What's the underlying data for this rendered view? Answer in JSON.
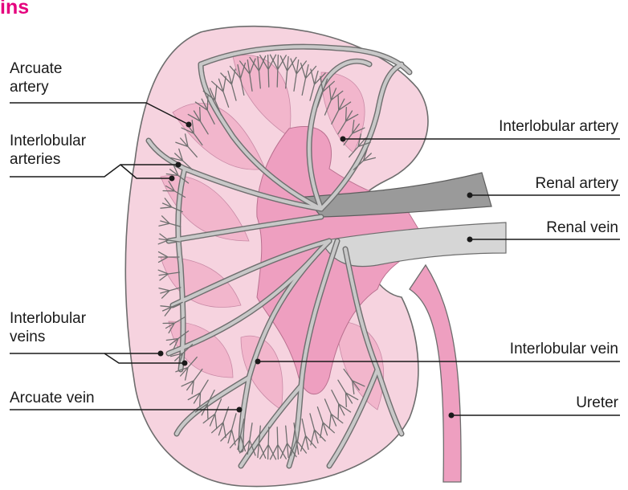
{
  "title_fragment": "ins",
  "labels": {
    "arcuate_artery": [
      "Arcuate",
      "artery"
    ],
    "interlobular_arteries": [
      "Interlobular",
      "arteries"
    ],
    "interlobular_veins": [
      "Interlobular",
      "veins"
    ],
    "arcuate_vein": "Arcuate vein",
    "interlobular_artery": "Interlobular artery",
    "renal_artery": "Renal artery",
    "renal_vein": "Renal vein",
    "interlobular_vein": "Interlobular vein",
    "ureter": "Ureter"
  },
  "colors": {
    "title": "#e5007e",
    "cortex": "#f6d3df",
    "medulla": "#f2b6cc",
    "pelvis": "#ee9fc0",
    "outline": "#6d6d6d",
    "vessel": "#6f6f6f",
    "vessel_fill": "#c8c8c8",
    "renal_vein": "#d6d6d6",
    "renal_artery": "#9a9a9a"
  }
}
